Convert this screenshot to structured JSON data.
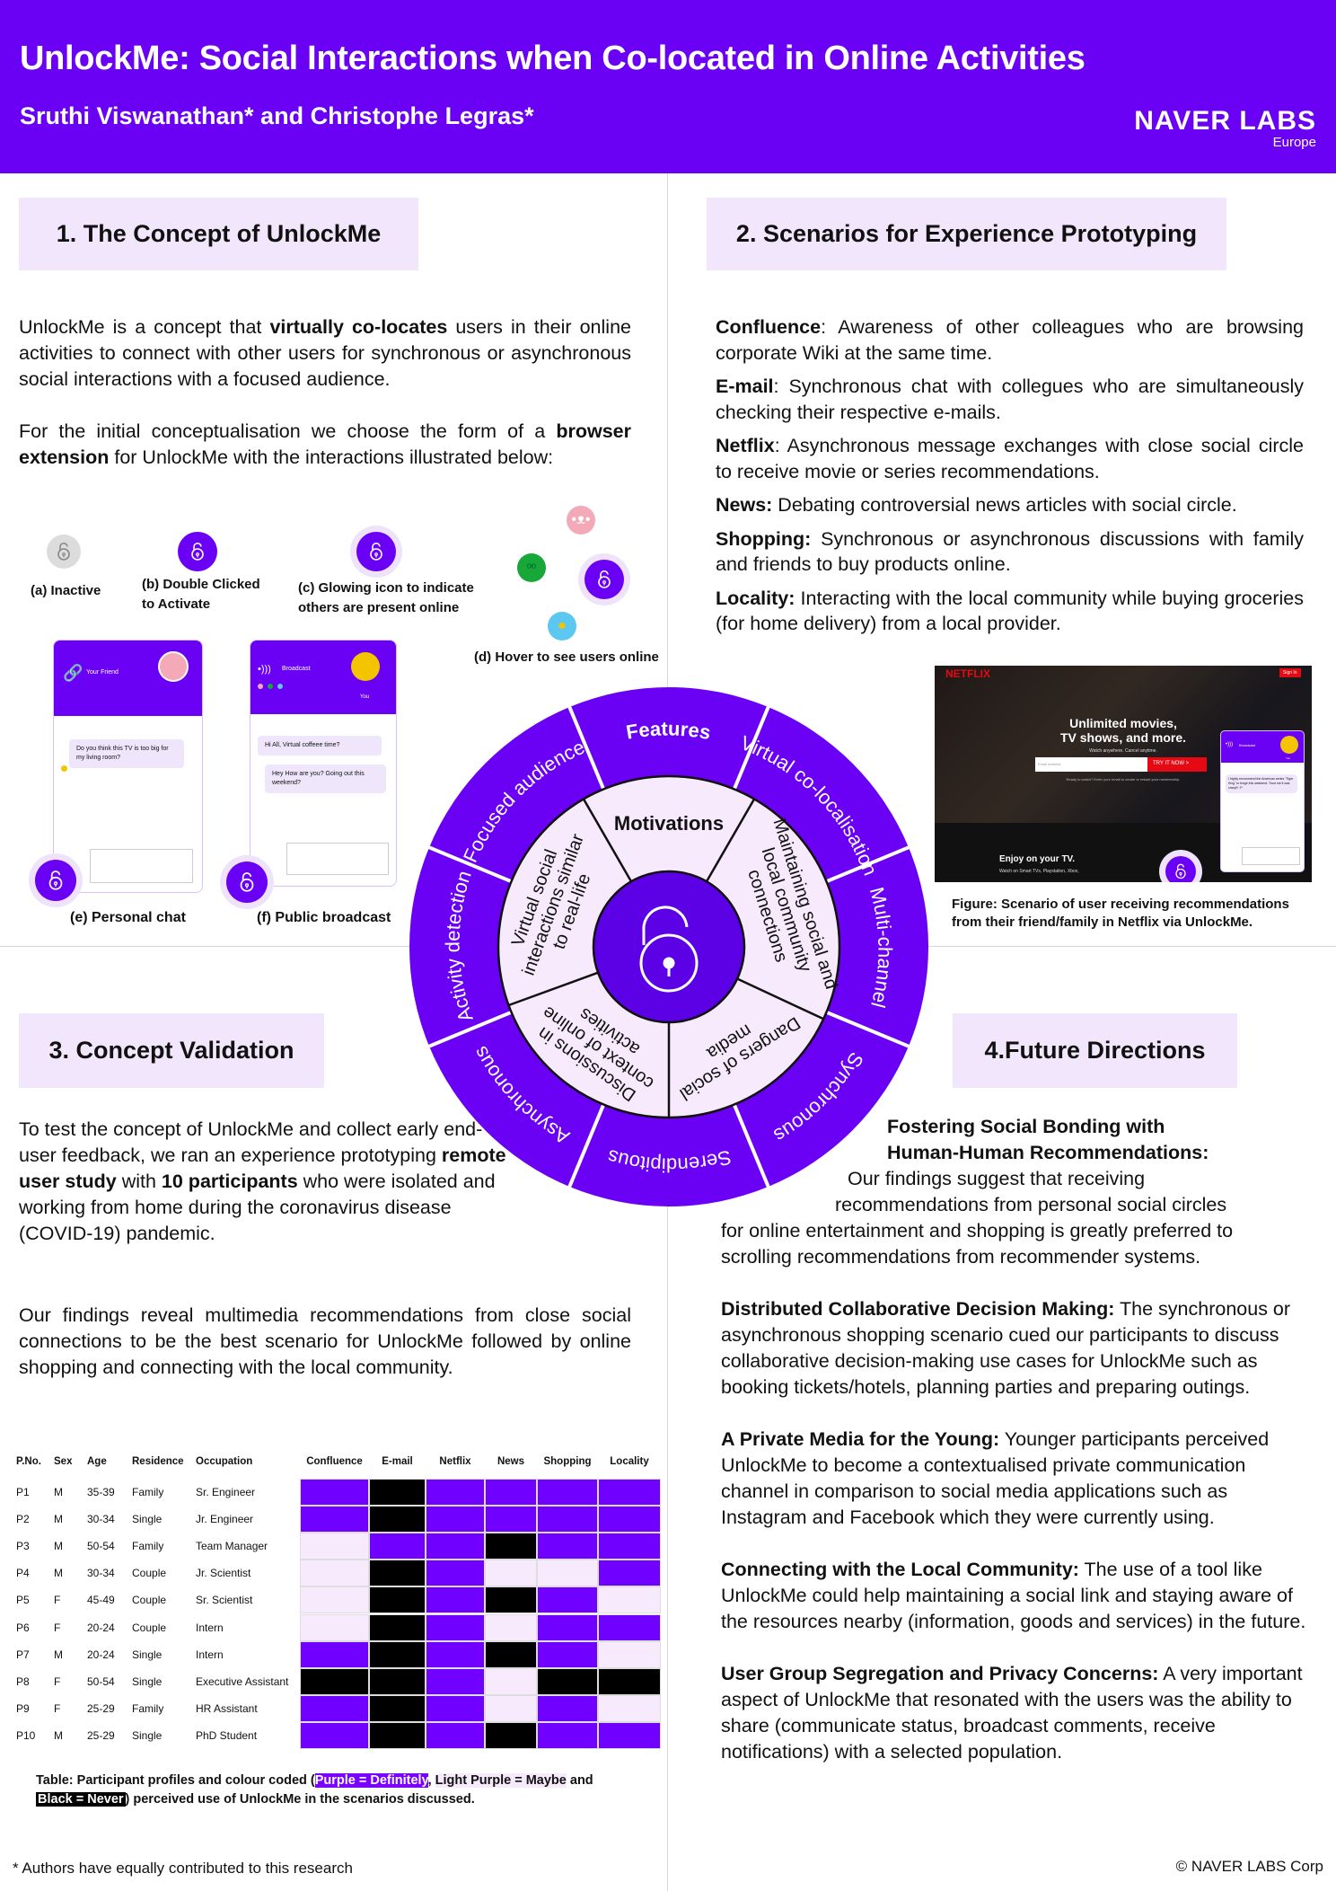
{
  "header": {
    "title": "UnlockMe: Social Interactions when Co-located in Online Activities",
    "authors": "Sruthi Viswanathan* and Christophe Legras*",
    "logo": "NAVER LABS",
    "logo_sub": "Europe"
  },
  "colors": {
    "purple": "#6a00f4",
    "light_purple": "#f6eafc",
    "black": "#000000",
    "heading_bg": "#f1e6fb"
  },
  "s1": {
    "heading": "1. The Concept of UnlockMe",
    "p1": {
      "a": "UnlockMe is a concept that ",
      "b": "virtually co-locates",
      "c": " users in their online activities to connect with other users for synchronous or asynchronous social interactions with a focused audience."
    },
    "p2": {
      "a": "For the initial conceptualisation we choose the form of a ",
      "b": "browser extension",
      "c": " for UnlockMe with the interactions illustrated below:"
    },
    "captions": {
      "a": "(a) Inactive",
      "b1": "(b) Double Clicked",
      "b2": "to Activate",
      "c1": "(c) Glowing icon to indicate",
      "c2": "others are present online",
      "d": "(d) Hover to see users online",
      "e": "(e) Personal chat",
      "f": "(f) Public broadcast"
    },
    "personal": {
      "title": "Your Friend",
      "msg": "Do you think this TV is too big for  my living room?"
    },
    "broadcast": {
      "title": "Broadcast",
      "you": "You",
      "msg1": "Hi All, Virtual coffeee time?",
      "msg2": "Hey How are you? Going out this weekend?"
    }
  },
  "s2": {
    "heading": "2. Scenarios for Experience Prototyping",
    "items": [
      {
        "label": "Confluence",
        "text": ": Awareness of other colleagues who are browsing corporate Wiki at the same time."
      },
      {
        "label": "E-mail",
        "text": ": Synchronous chat with collegues who are simultaneously checking their respective e-mails."
      },
      {
        "label": "Netflix",
        "text": ": Asynchronous message exchanges with close social circle to receive movie or series recommendations."
      },
      {
        "label": "News:",
        "text": " Debating controversial news articles with social circle."
      },
      {
        "label": "Shopping:",
        "text": " Synchronous or asynchronous discussions with family and friends to buy products online."
      },
      {
        "label": "Locality:",
        "text": " Interacting with the local community while buying groceries (for home delivery) from a local provider."
      }
    ],
    "netflix": {
      "brand": "NETFLIX",
      "signin": "Sign In",
      "headline1": "Unlimited movies,",
      "headline2": "TV shows, and more.",
      "tagline": "Watch anywhere. Cancel anytime.",
      "email": "Email address",
      "cta": "TRY IT NOW >",
      "ready": "Ready to watch? Enter your email to create or restart your membership.",
      "tv": "Enjoy on your TV.",
      "tv_sub": "Watch on Smart TVs, Playstation, Xbox,",
      "panel_title": "Broadcast",
      "panel_you": "You",
      "panel_msg": "I highly recommend the American series \"Tiger King\" to binge this weekend. Trust me it was crazy!!! :P"
    },
    "figure_caption1": "Figure:  Scenario of user receiving recommendations",
    "figure_caption2": "from their friend/family in Netflix via UnlockMe."
  },
  "wheel": {
    "features_title": "Features",
    "features": [
      "Virtual co-localisation",
      "Multi-channel",
      "Synchronous",
      "Serendipitous",
      "Asynchronous",
      "Activity detection",
      "Focused audience"
    ],
    "motivations_title": "Motivations",
    "motivations": [
      {
        "lines": [
          "Maintaining social and",
          "local community",
          "connections"
        ]
      },
      {
        "lines": [
          "Dangers of social",
          "media"
        ]
      },
      {
        "lines": [
          "Discussions in",
          "context of online",
          "activities"
        ]
      },
      {
        "lines": [
          "Virtual social",
          "interactions similar",
          "to real-life"
        ]
      }
    ]
  },
  "s3": {
    "heading": "3. Concept Validation",
    "p1": {
      "a": "To test the concept of UnlockMe and collect early end-user feedback, we ran an experience prototyping ",
      "b": "remote user study",
      "c": " with ",
      "d": "10 participants",
      "e": " who were isolated and working from home during the coronavirus disease (COVID-19) pandemic."
    },
    "p2": "Our findings reveal multimedia recommendations from close social connections to be the best scenario for UnlockMe followed by online shopping and connecting with the local community.",
    "table": {
      "columns": [
        "P.No.",
        "Sex",
        "Age",
        "Residence",
        "Occupation"
      ],
      "scenarios": [
        "Confluence",
        "E-mail",
        "Netflix",
        "News",
        "Shopping",
        "Locality"
      ],
      "rows": [
        {
          "id": "P1",
          "sex": "M",
          "age": "35-39",
          "res": "Family",
          "occ": "Sr. Engineer",
          "v": [
            "Definitely",
            "Never",
            "Definitely",
            "Definitely",
            "Definitely",
            "Definitely"
          ]
        },
        {
          "id": "P2",
          "sex": "M",
          "age": "30-34",
          "res": "Single",
          "occ": "Jr. Engineer",
          "v": [
            "Definitely",
            "Never",
            "Definitely",
            "Definitely",
            "Definitely",
            "Definitely"
          ]
        },
        {
          "id": "P3",
          "sex": "M",
          "age": "50-54",
          "res": "Family",
          "occ": "Team Manager",
          "v": [
            "Maybe",
            "Definitely",
            "Definitely",
            "Never",
            "Definitely",
            "Definitely"
          ]
        },
        {
          "id": "P4",
          "sex": "M",
          "age": "30-34",
          "res": "Couple",
          "occ": "Jr. Scientist",
          "v": [
            "Maybe",
            "Never",
            "Definitely",
            "Maybe",
            "Maybe",
            "Definitely"
          ]
        },
        {
          "id": "P5",
          "sex": "F",
          "age": "45-49",
          "res": "Couple",
          "occ": "Sr. Scientist",
          "v": [
            "Maybe",
            "Never",
            "Definitely",
            "Never",
            "Definitely",
            "Maybe"
          ]
        },
        {
          "id": "P6",
          "sex": "F",
          "age": "20-24",
          "res": "Couple",
          "occ": "Intern",
          "v": [
            "Maybe",
            "Never",
            "Definitely",
            "Maybe",
            "Definitely",
            "Definitely"
          ]
        },
        {
          "id": "P7",
          "sex": "M",
          "age": "20-24",
          "res": "Single",
          "occ": "Intern",
          "v": [
            "Definitely",
            "Never",
            "Definitely",
            "Never",
            "Definitely",
            "Maybe"
          ]
        },
        {
          "id": "P8",
          "sex": "F",
          "age": "50-54",
          "res": "Single",
          "occ": "Executive Assistant",
          "v": [
            "Never",
            "Never",
            "Definitely",
            "Maybe",
            "Never",
            "Never"
          ]
        },
        {
          "id": "P9",
          "sex": "F",
          "age": "25-29",
          "res": "Family",
          "occ": "HR Assistant",
          "v": [
            "Definitely",
            "Never",
            "Definitely",
            "Maybe",
            "Definitely",
            "Maybe"
          ]
        },
        {
          "id": "P10",
          "sex": "M",
          "age": "25-29",
          "res": "Single",
          "occ": "PhD Student",
          "v": [
            "Definitely",
            "Never",
            "Definitely",
            "Never",
            "Definitely",
            "Definitely"
          ]
        }
      ],
      "caption": {
        "a": "Table: Participant profiles and colour coded (",
        "purple": "Purple = Definitely",
        "b": ", ",
        "light": "Light Purple = Maybe",
        "c": " and",
        "black": "Black = Never",
        "d": ") perceived use of UnlockMe in the scenarios discussed."
      }
    }
  },
  "s4": {
    "heading": "4.Future Directions",
    "p1": {
      "title1": "Fostering Social Bonding with",
      "title2": "Human-Human Recommendations:",
      "l1": "Our findings suggest that receiving",
      "l2": "recommendations from personal social circles",
      "l3": "for online entertainment and shopping is greatly preferred to",
      "l4": "scrolling recommendations from recommender systems."
    },
    "items": [
      {
        "label": "Distributed Collaborative Decision Making:",
        "text": " The synchronous or asynchronous shopping scenario cued our participants to discuss collaborative decision-making use cases for UnlockMe such as booking tickets/hotels, planning parties and preparing outings."
      },
      {
        "label": "A Private Media for the Young:",
        "text": " Younger participants perceived UnlockMe to become a contextualised private communication channel in comparison to social media applications such as Instagram and Facebook which they were currently using."
      },
      {
        "label": "Connecting with the Local Community:",
        "text": " The use of a tool like UnlockMe could help maintaining a social link and staying aware of the resources nearby (information, goods and services) in the future."
      },
      {
        "label": "User Group Segregation and Privacy Concerns:",
        "text": " A very important aspect of UnlockMe that resonated with the users was the ability to share (communicate status, broadcast comments, receive notifications) with a selected population."
      }
    ]
  },
  "footer": {
    "note": "* Authors have equally contributed to this research",
    "copyright": "© NAVER LABS Corp"
  }
}
